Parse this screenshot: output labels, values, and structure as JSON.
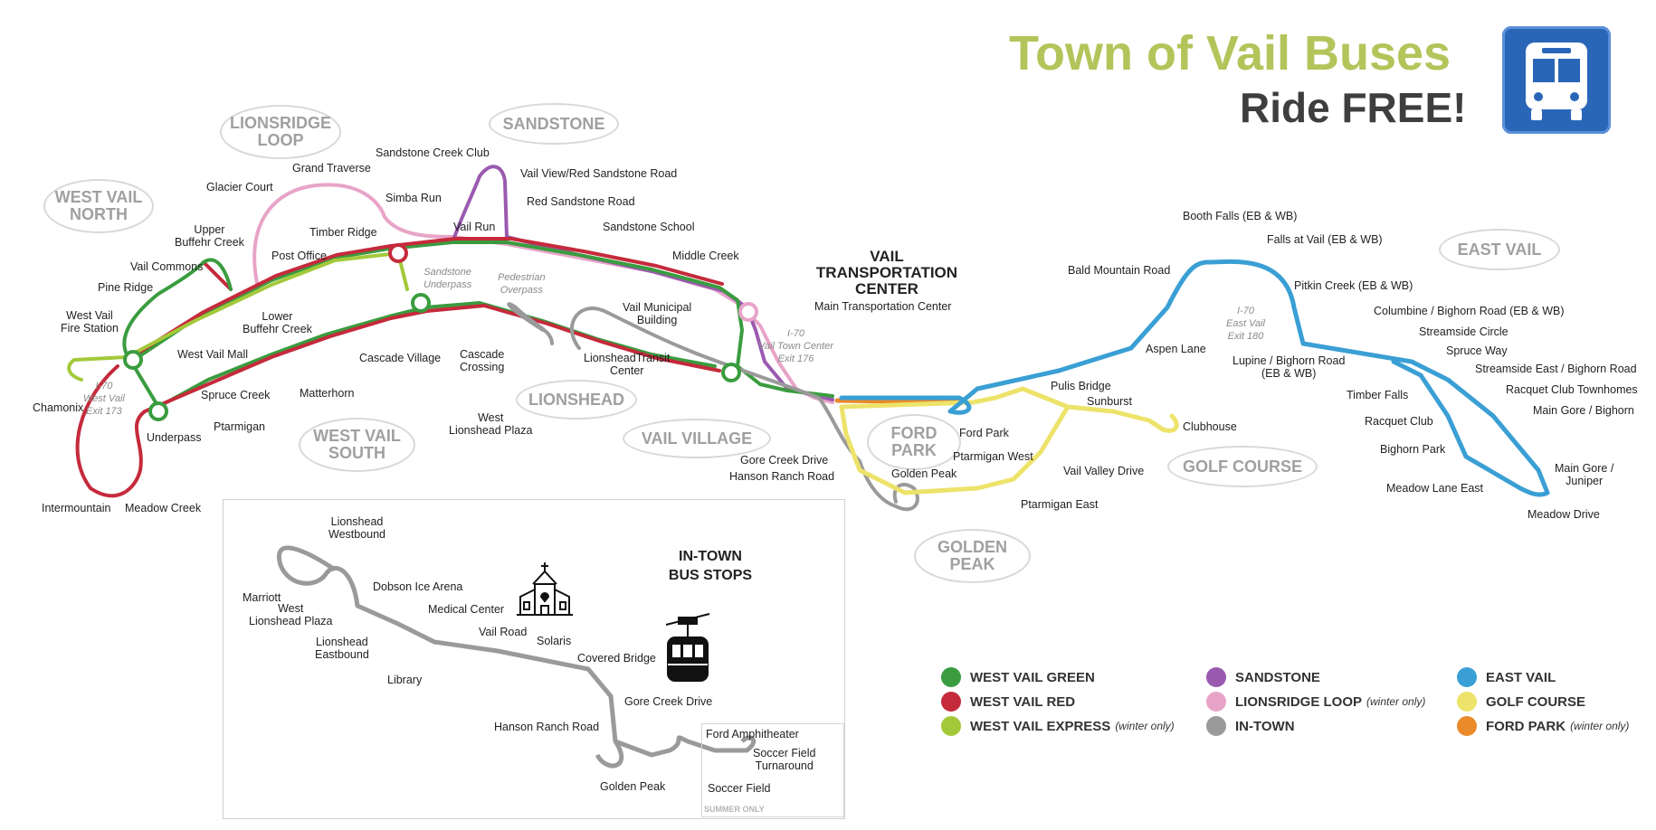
{
  "title": {
    "main": "Town of Vail Buses",
    "sub": "Ride FREE!"
  },
  "icons": {
    "badge": "bus-icon",
    "church": "chapel-icon",
    "gondola": "gondola-icon"
  },
  "colors": {
    "west_vail_green": "#3a9c3f",
    "west_vail_red": "#c52a3b",
    "west_vail_express": "#a3c93a",
    "sandstone": "#9a5ab0",
    "lionsridge_loop": "#e8a4c8",
    "in_town": "#9a9a9a",
    "east_vail": "#3a9fd4",
    "golf_course": "#ede36a",
    "ford_park": "#ea8a2a",
    "badge": "#2a66b8",
    "title_accent": "#b4c45a"
  },
  "regions": [
    {
      "key": "west_vail_north",
      "text": "WEST VAIL\nNORTH"
    },
    {
      "key": "lionsridge_loop",
      "text": "LIONSRIDGE\nLOOP"
    },
    {
      "key": "sandstone",
      "text": "SANDSTONE"
    },
    {
      "key": "west_vail_south",
      "text": "WEST VAIL\nSOUTH"
    },
    {
      "key": "lionshead",
      "text": "LIONSHEAD"
    },
    {
      "key": "vail_village",
      "text": "VAIL VILLAGE"
    },
    {
      "key": "ford_park",
      "text": "FORD\nPARK"
    },
    {
      "key": "golden_peak",
      "text": "GOLDEN\nPEAK"
    },
    {
      "key": "golf_course",
      "text": "GOLF COURSE"
    },
    {
      "key": "east_vail",
      "text": "EAST VAIL"
    }
  ],
  "vtc": "VAIL\nTRANSPORTATION\nCENTER",
  "highway_labels": [
    "I-70\nWest Vail\nExit 173",
    "I-70\nVail Town Center\nExit 176",
    "I-70\nEast Vail\nExit 180",
    "Sandstone\nUnderpass",
    "Pedestrian\nOverpass"
  ],
  "stops": [
    "Glacier Court",
    "Grand Traverse",
    "Sandstone Creek Club",
    "Vail View/Red Sandstone Road",
    "Simba Run",
    "Red Sandstone Road",
    "Vail Run",
    "Timber Ridge",
    "Sandstone School",
    "Upper\nBuffehr Creek",
    "Post Office",
    "Middle Creek",
    "Vail Commons",
    "Pine Ridge",
    "Lower\nBuffehr Creek",
    "Vail Municipal\nBuilding",
    "West Vail\nFire Station",
    "West Vail Mall",
    "Cascade Village",
    "Cascade\nCrossing",
    "LionsheadTransit\nCenter",
    "Chamonix",
    "Spruce Creek",
    "Matterhorn",
    "Ptarmigan",
    "Underpass",
    "West\nLionshead Plaza",
    "Intermountain",
    "Meadow Creek",
    "Main Transportation Center",
    "Gore Creek Drive",
    "Hanson Ranch Road",
    "Ford Park",
    "Golden Peak",
    "Ptarmigan West",
    "Pulis Bridge",
    "Sunburst",
    "Clubhouse",
    "Vail Valley Drive",
    "Ptarmigan East",
    "Booth Falls (EB & WB)",
    "Falls at Vail (EB & WB)",
    "Bald Mountain Road",
    "Pitkin Creek (EB & WB)",
    "Aspen Lane",
    "Columbine / Bighorn Road (EB & WB)",
    "Streamside Circle",
    "Spruce Way",
    "Lupine / Bighorn Road\n(EB & WB)",
    "Streamside East / Bighorn Road",
    "Racquet Club Townhomes",
    "Timber Falls",
    "Main Gore / Bighorn",
    "Racquet Club",
    "Bighorn Park",
    "Main Gore /\nJuniper",
    "Meadow Lane East",
    "Meadow Drive"
  ],
  "intown": {
    "title": "IN-TOWN\nBUS STOPS",
    "summer_only": "SUMMER ONLY",
    "stops": [
      "Lionshead\nWestbound",
      "Marriott",
      "West\nLionshead Plaza",
      "Dobson Ice Arena",
      "Medical Center",
      "Lionshead\nEastbound",
      "Library",
      "Vail Road",
      "Solaris",
      "Covered Bridge",
      "Gore Creek Drive",
      "Hanson Ranch Road",
      "Ford Amphitheater",
      "Soccer Field\nTurnaround",
      "Golden Peak",
      "Soccer Field"
    ]
  },
  "legend": [
    {
      "label": "WEST VAIL GREEN",
      "note": "",
      "color": "#3a9c3f"
    },
    {
      "label": "WEST VAIL RED",
      "note": "",
      "color": "#c52a3b"
    },
    {
      "label": "WEST VAIL EXPRESS",
      "note": "(winter only)",
      "color": "#a3c93a"
    },
    {
      "label": "SANDSTONE",
      "note": "",
      "color": "#9a5ab0"
    },
    {
      "label": "LIONSRIDGE LOOP",
      "note": "(winter only)",
      "color": "#e8a4c8"
    },
    {
      "label": "IN-TOWN",
      "note": "",
      "color": "#9a9a9a"
    },
    {
      "label": "EAST VAIL",
      "note": "",
      "color": "#3a9fd4"
    },
    {
      "label": "GOLF COURSE",
      "note": "",
      "color": "#ede36a"
    },
    {
      "label": "FORD PARK",
      "note": "(winter only)",
      "color": "#ea8a2a"
    }
  ]
}
